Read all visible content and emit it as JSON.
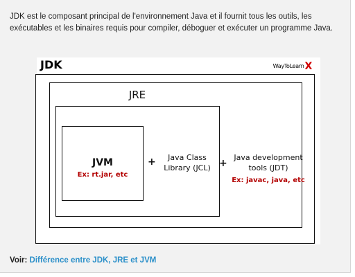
{
  "intro": {
    "text": "JDK est le composant principal de l'environnement Java et il fournit tous les outils, les exécutables et les binaires requis pour compiler, déboguer et exécuter un programme Java."
  },
  "diagram": {
    "jdk_title": "JDK",
    "logo_text": "WayToLearn",
    "logo_x": "X",
    "jre_title": "JRE",
    "jvm_title": "JVM",
    "jvm_example": "Ex: rt.jar, etc",
    "plus_sign": "+",
    "jcl_line1": "Java Class",
    "jcl_line2": "Library (JCL)",
    "jdt_line1": "Java development",
    "jdt_line2": "tools (JDT)",
    "jdt_example": "Ex: javac, java, etc"
  },
  "footer": {
    "prefix": "Voir: ",
    "link_text": "Différence entre JDK, JRE et JVM"
  },
  "colors": {
    "background": "#f2f2f2",
    "link": "#2a8fc9",
    "example_red": "#b30000",
    "logo_red": "#d10000"
  }
}
